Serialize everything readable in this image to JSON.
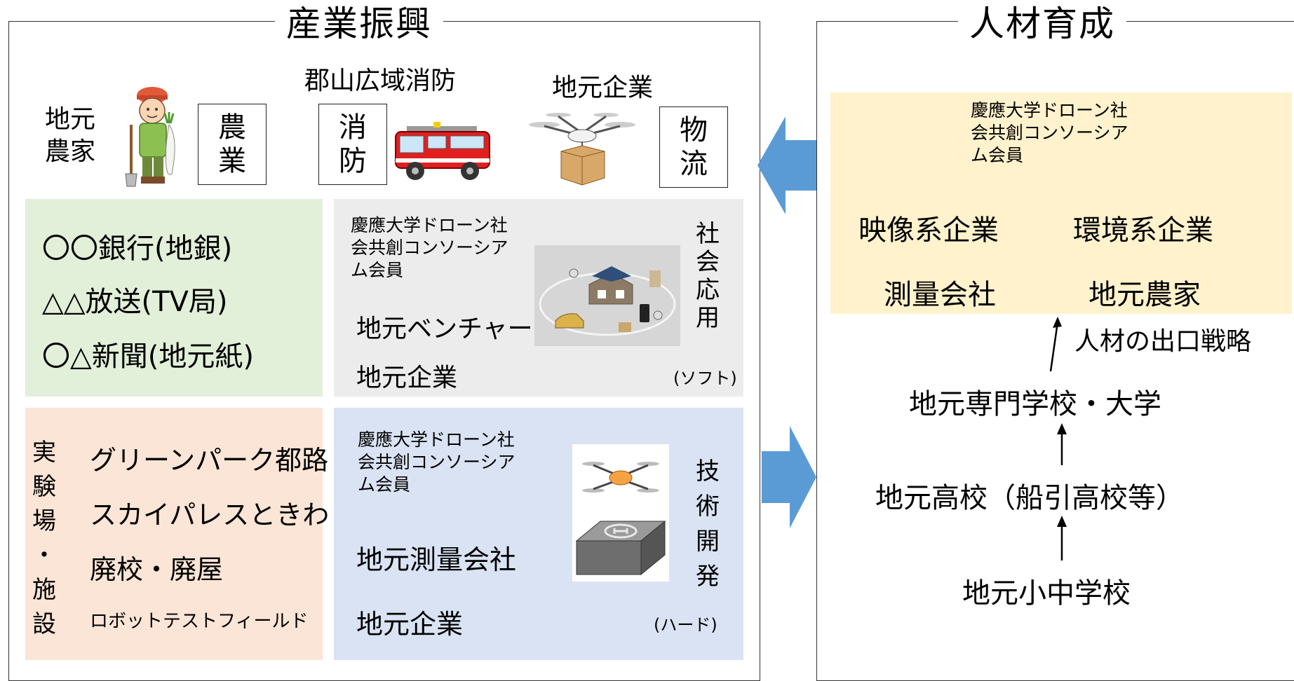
{
  "left_panel": {
    "heading": "産業振興",
    "farmer": {
      "caption": "地元\n農家",
      "label": "農\n業",
      "icon": "farmer-icon"
    },
    "fire": {
      "caption": "郡山広域消防",
      "label": "消\n防",
      "icon": "fire-truck-icon"
    },
    "logistics": {
      "caption": "地元企業",
      "label": "物\n流",
      "icon": "drone-delivery-icon"
    },
    "media_box": {
      "items": [
        "〇〇銀行(地銀)",
        "△△放送(TV局)",
        "〇△新聞(地元紙)"
      ]
    },
    "social_box": {
      "consortium": "慶應大学ドローン社\n会共創コンソーシア\nム会員",
      "venture": "地元ベンチャー",
      "company": "地元企業",
      "side_label": "社\n会\n応\n用",
      "side_sub": "(ソフト)",
      "icon": "smart-city-icon"
    },
    "facility_box": {
      "side_label": "実\n験\n場\n・\n施\n設",
      "items": [
        "グリーンパーク都路",
        "スカイパレスときわ",
        "廃校・廃屋",
        "ロボットテストフィールド"
      ]
    },
    "tech_box": {
      "consortium": "慶應大学ドローン社\n会共創コンソーシア\nム会員",
      "survey": "地元測量会社",
      "company": "地元企業",
      "side_label": "技\n術\n開\n発",
      "side_sub": "(ハード)",
      "icon": "drone-helipad-icon"
    }
  },
  "right_panel": {
    "heading": "人材育成",
    "cream_box": {
      "consortium": "慶應大学ドローン社\n会共創コンソーシア\nム会員",
      "row1": [
        "映像系企業",
        "環境系企業"
      ],
      "row2": [
        "測量会社",
        "地元農家"
      ]
    },
    "exit_label": "人材の出口戦略",
    "ladder": [
      "地元専門学校・大学",
      "地元高校（船引高校等）",
      "地元小中学校"
    ]
  },
  "colors": {
    "arrow": "#5b9bd5",
    "green": "#e2efd9",
    "gray": "#ececec",
    "pink": "#fbe5d6",
    "blue": "#dae3f3",
    "cream": "#fff2cc"
  }
}
